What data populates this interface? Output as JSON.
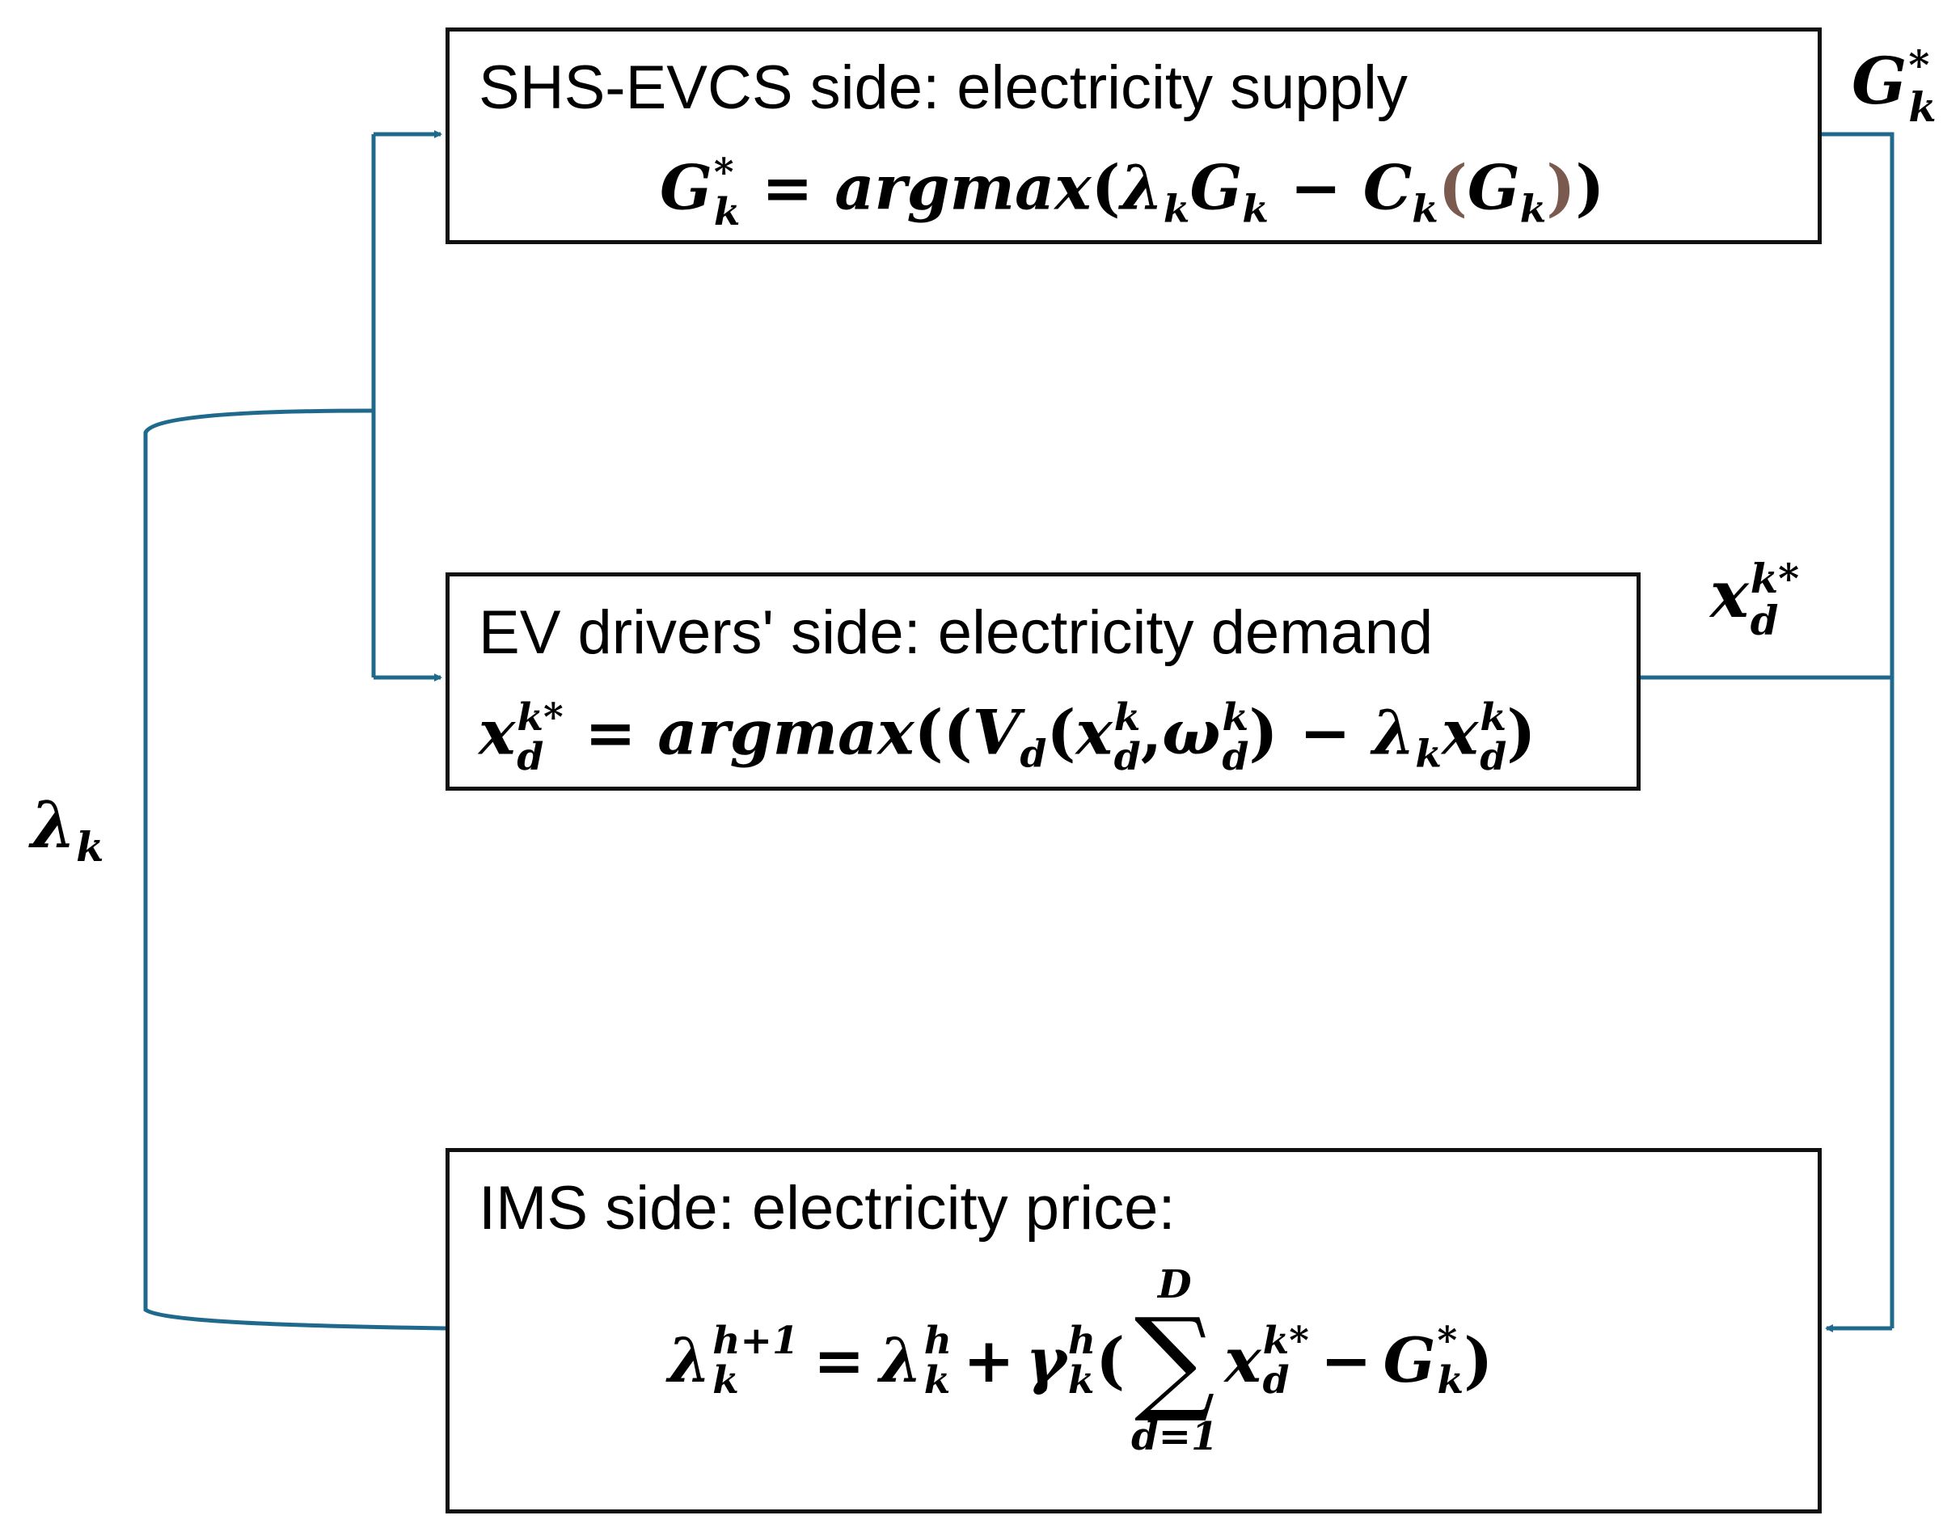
{
  "colors": {
    "wire": "#1f6a8c",
    "box_border": "#111111",
    "brown_paren": "#7a5a4e"
  },
  "supply_box": {
    "title": "SHS-EVCS side: electricity supply",
    "equation": {
      "lhs_sym": "G",
      "lhs_sup": "*",
      "lhs_sub": "k",
      "eq": "=",
      "fn": "argmax",
      "lambda": "λ",
      "lambda_sub": "k",
      "G": "G",
      "G_sub": "k",
      "minus": "−",
      "C": "C",
      "C_sub": "k",
      "open": "(",
      "close": ")"
    }
  },
  "demand_box": {
    "title": "EV drivers' side: electricity demand",
    "equation": {
      "x": "x",
      "x_sup": "k*",
      "x_sub": "d",
      "eq": "=",
      "fn": "argmax",
      "V": "V",
      "V_sub": "d",
      "xk": "k",
      "xd": "d",
      "omega": "ω",
      "comma": ",",
      "minus": "−",
      "lambda": "λ",
      "lambda_sub": "k"
    }
  },
  "price_box": {
    "title": "IMS side: electricity price:",
    "equation": {
      "lambda": "λ",
      "lhs_sup": "h+1",
      "sub": "k",
      "eq": "=",
      "rhs_sup": "h",
      "plus": "+",
      "gamma": "γ",
      "sum_upper": "D",
      "sum_lower": "d=1",
      "sum": "∑",
      "x": "x",
      "x_sup": "k*",
      "x_sub": "d",
      "minus": "−",
      "G": "G",
      "G_sup": "*",
      "G_sub": "k"
    }
  },
  "wire_labels": {
    "G_sym": "G",
    "G_sup": "*",
    "G_sub": "k",
    "x_sym": "x",
    "x_sup": "k*",
    "x_sub": "d",
    "lambda_sym": "λ",
    "lambda_sub": "k"
  }
}
